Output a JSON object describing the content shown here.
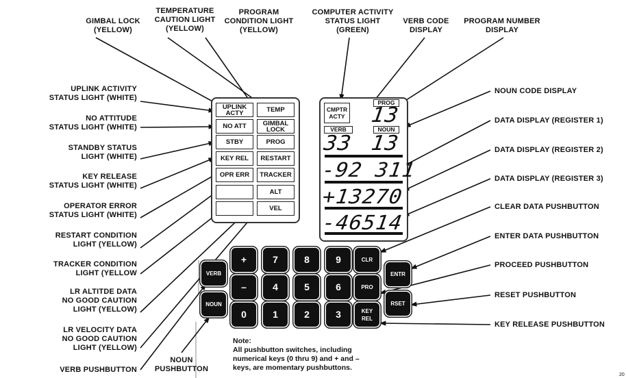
{
  "top_labels": [
    "GIMBAL LOCK\n(YELLOW)",
    "TEMPERATURE\nCAUTION LIGHT\n(YELLOW)",
    "PROGRAM\nCONDITION LIGHT\n(YELLOW)",
    "COMPUTER ACTIVITY\nSTATUS LIGHT\n(GREEN)",
    "VERB CODE\nDISPLAY",
    "PROGRAM NUMBER\nDISPLAY"
  ],
  "left_labels": [
    "UPLINK ACTIVITY\nSTATUS LIGHT (WHITE)",
    "NO ATTITUDE\nSTATUS LIGHT (WHITE)",
    "STANDBY STATUS\nLIGHT (WHITE)",
    "KEY RELEASE\nSTATUS LIGHT (WHITE)",
    "OPERATOR ERROR\nSTATUS LIGHT (WHITE)",
    "RESTART CONDITION\nLIGHT (YELLOW)",
    "TRACKER CONDITION\nLIGHT (YELLOW",
    "LR ALTITDE DATA\nNO GOOD CAUTION\nLIGHT (YELLOW)",
    "LR VELOCITY DATA\nNO GOOD CAUTION\nLIGHT (YELLOW)",
    "VERB PUSHBUTTON"
  ],
  "bottom_label": "NOUN\nPUSHBUTTON",
  "right_labels": [
    "NOUN CODE DISPLAY",
    "DATA DISPLAY (REGISTER 1)",
    "DATA DISPLAY (REGISTER 2)",
    "DATA DISPLAY (REGISTER 3)",
    "CLEAR DATA PUSHBUTTON",
    "ENTER DATA PUSHBUTTON",
    "PROCEED PUSHBUTTON",
    "RESET PUSHBUTTON",
    "KEY RELEASE PUSHBUTTON"
  ],
  "lights_left": [
    "UPLINK\nACTY",
    "NO ATT",
    "STBY",
    "KEY REL",
    "OPR ERR",
    "",
    ""
  ],
  "lights_right": [
    "TEMP",
    "GIMBAL\nLOCK",
    "PROG",
    "RESTART",
    "TRACKER",
    "ALT",
    "VEL"
  ],
  "display": {
    "cmptr_acty": "CMPTR\nACTY",
    "prog_label": "PROG",
    "verb_label": "VERB",
    "noun_label": "NOUN",
    "prog": "13",
    "verb": "33",
    "noun": "13",
    "r1": "-92 311",
    "r2": "+13270",
    "r3": "-46514"
  },
  "keys": {
    "verb": "VERB",
    "noun": "NOUN",
    "entr": "ENTR",
    "rset": "RSET",
    "row1": [
      "+",
      "7",
      "8",
      "9",
      "CLR"
    ],
    "row2": [
      "–",
      "4",
      "5",
      "6",
      "PRO"
    ],
    "row3": [
      "0",
      "1",
      "2",
      "3",
      "KEY\nREL"
    ]
  },
  "note": "Note:\nAll pushbutton switches, including\nnumerical  keys (0 thru 9) and + and –\nkeys, are momentary pushbuttons.",
  "page_mark": "20"
}
